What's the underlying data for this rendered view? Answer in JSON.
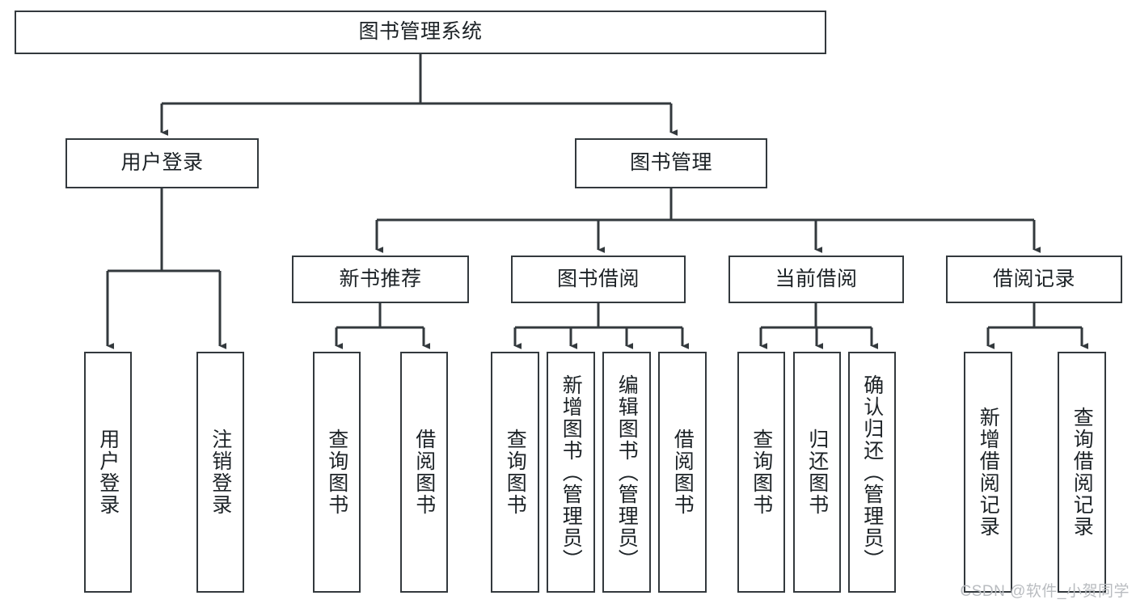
{
  "diagram": {
    "type": "tree-hierarchy",
    "title": "图书管理系统",
    "orientation": "top-down",
    "watermark": "CSDN @软件_小贺同学",
    "colors": {
      "box_border": "#33393d",
      "box_fill": "#ffffff",
      "connector": "#33393d",
      "text": "#1c2226",
      "watermark": "#b9bcc0",
      "background": "#ffffff"
    },
    "nodes": {
      "root": {
        "label": "图书管理系统"
      },
      "level2": [
        {
          "id": "user-login",
          "label": "用户登录"
        },
        {
          "id": "book-manage",
          "label": "图书管理"
        }
      ],
      "level3": [
        {
          "id": "new-book-recommend",
          "label": "新书推荐"
        },
        {
          "id": "book-borrow",
          "label": "图书借阅"
        },
        {
          "id": "current-borrow",
          "label": "当前借阅"
        },
        {
          "id": "borrow-record",
          "label": "借阅记录"
        }
      ],
      "leaves": {
        "user_login": [
          {
            "id": "leaf-user-login",
            "label": "用户登录"
          },
          {
            "id": "leaf-logout-login",
            "label": "注销登录"
          }
        ],
        "new_book_recommend": [
          {
            "id": "leaf-query-book-1",
            "label": "查询图书"
          },
          {
            "id": "leaf-borrow-book-1",
            "label": "借阅图书"
          }
        ],
        "book_borrow": [
          {
            "id": "leaf-query-book-2",
            "label": "查询图书"
          },
          {
            "id": "leaf-add-book",
            "label": "新增图书（管理员）"
          },
          {
            "id": "leaf-edit-book",
            "label": "编辑图书（管理员）"
          },
          {
            "id": "leaf-borrow-book-2",
            "label": "借阅图书"
          }
        ],
        "current_borrow": [
          {
            "id": "leaf-query-book-3",
            "label": "查询图书"
          },
          {
            "id": "leaf-return-book",
            "label": "归还图书"
          },
          {
            "id": "leaf-confirm-return",
            "label": "确认归还（管理员）"
          }
        ],
        "borrow_record": [
          {
            "id": "leaf-add-record",
            "label": "新增借阅记录"
          },
          {
            "id": "leaf-query-record",
            "label": "查询借阅记录"
          }
        ]
      }
    }
  }
}
